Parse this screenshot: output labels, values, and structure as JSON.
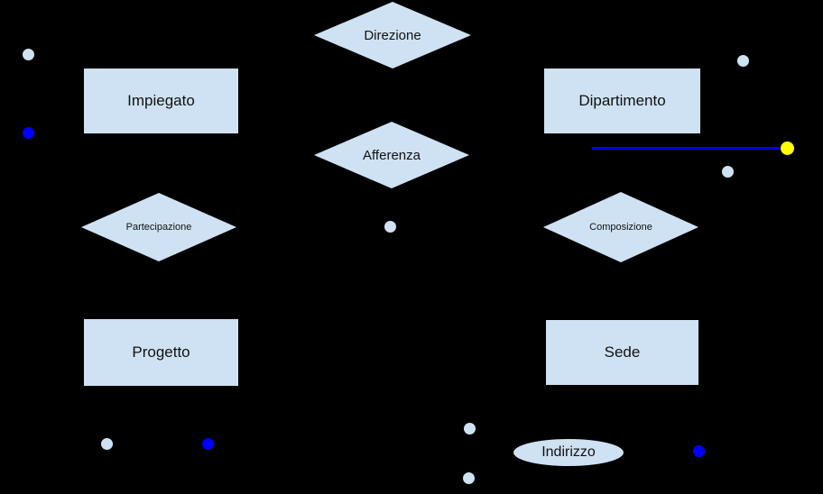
{
  "colors": {
    "background": "#000000",
    "shape_fill": "#cfe2f3",
    "shape_stroke": "#000000",
    "accent_blue": "#0000ff",
    "highlight_yellow": "#ffff00"
  },
  "entities": {
    "impiegato": {
      "label": "Impiegato"
    },
    "dipartimento": {
      "label": "Dipartimento"
    },
    "progetto": {
      "label": "Progetto"
    },
    "sede": {
      "label": "Sede"
    }
  },
  "relationships": {
    "direzione": {
      "label": "Direzione"
    },
    "afferenza": {
      "label": "Afferenza"
    },
    "partecipazione": {
      "label": "Partecipazione"
    },
    "composizione": {
      "label": "Composizione"
    }
  },
  "attributes": {
    "indirizzo": {
      "label": "Indirizzo"
    }
  }
}
